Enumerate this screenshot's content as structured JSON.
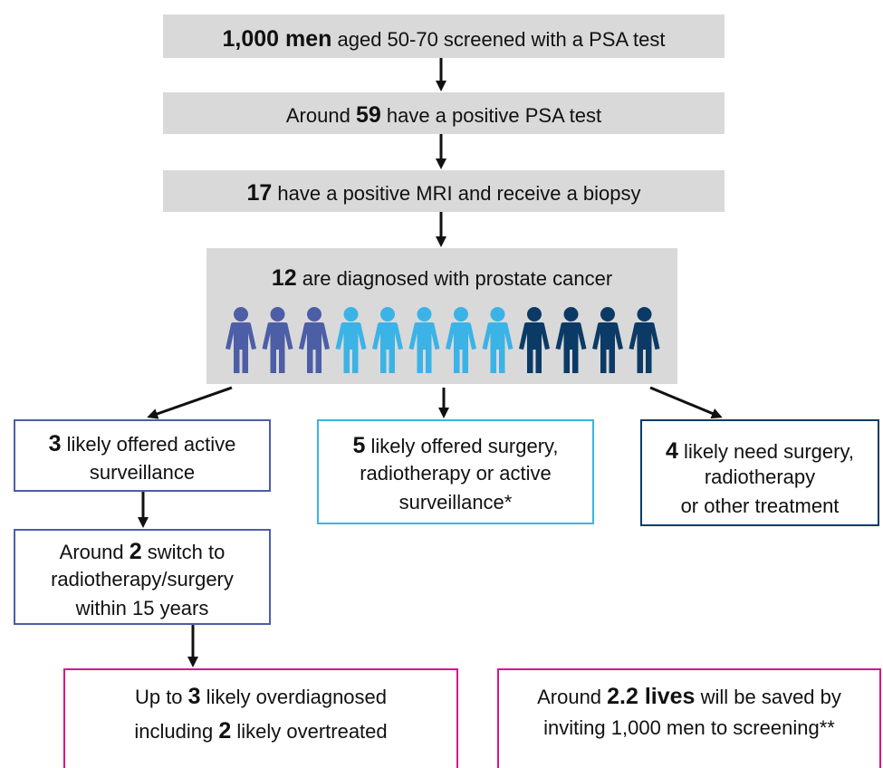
{
  "step1": {
    "bold": "1,000 men",
    "rest": " aged 50-70 screened with a PSA test"
  },
  "step2": {
    "pre": "Around ",
    "bold": "59",
    "rest": " have a positive PSA test"
  },
  "step3": {
    "bold": "17",
    "rest": " have a positive MRI and receive a biopsy"
  },
  "step4": {
    "bold": "12",
    "rest": " are diagnosed with prostate cancer"
  },
  "people": {
    "groups": [
      {
        "count": 3,
        "color": "#4c5ea6"
      },
      {
        "count": 5,
        "color": "#3bb3e6"
      },
      {
        "count": 4,
        "color": "#0c3a66"
      }
    ],
    "icon": "person-icon"
  },
  "branch_left": {
    "bold": "3",
    "line1_rest": " likely offered active",
    "line2": "surveillance",
    "border": "#4c5ea6"
  },
  "branch_mid": {
    "bold": "5",
    "line1_rest": " likely offered surgery,",
    "line2": "radiotherapy or active",
    "line3": "surveillance*",
    "border": "#3bb3e6"
  },
  "branch_right": {
    "bold": "4",
    "line1_rest": " likely need surgery,",
    "line2": "radiotherapy",
    "line3": "or other treatment",
    "border": "#0c3a66"
  },
  "switch": {
    "pre": "Around ",
    "bold": "2",
    "rest": " switch to",
    "line2": "radiotherapy/surgery",
    "line3": "within 15 years"
  },
  "overdiagnosed": {
    "pre": "Up to ",
    "bold": "3",
    "rest": " likely overdiagnosed",
    "line2_pre": "including ",
    "line2_bold": "2",
    "line2_rest": " likely overtreated",
    "border": "#d6158a"
  },
  "lives": {
    "pre": "Around ",
    "bold": "2.2 lives",
    "rest": " will be saved by",
    "line2": "inviting 1,000 men to screening**",
    "border": "#d6158a"
  }
}
